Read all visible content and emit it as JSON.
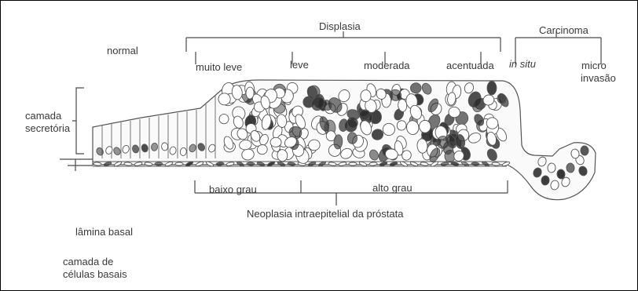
{
  "labels": {
    "normal": "normal",
    "displasia": "Displasia",
    "carcinoma": "Carcinoma",
    "muito_leve": "muito leve",
    "leve": "leve",
    "moderada": "moderada",
    "acentuada": "acentuada",
    "in_situ": "in situ",
    "micro": "micro",
    "invasao": "invasão",
    "camada_secretoria_1": "camada",
    "camada_secretoria_2": "secretória",
    "baixo_grau": "baixo grau",
    "alto_grau": "alto grau",
    "neoplasia": "Neoplasia intraepitelial da próstata",
    "lamina_basal": "lâmina basal",
    "camada_basais_1": "camada de",
    "camada_basais_2": "células basais"
  },
  "colors": {
    "line": "#4a4a4a",
    "cell_outline": "#555555",
    "nucleus_dark": "#2b2b2b",
    "nucleus_light": "#8a8a8a",
    "border": "#000000"
  }
}
